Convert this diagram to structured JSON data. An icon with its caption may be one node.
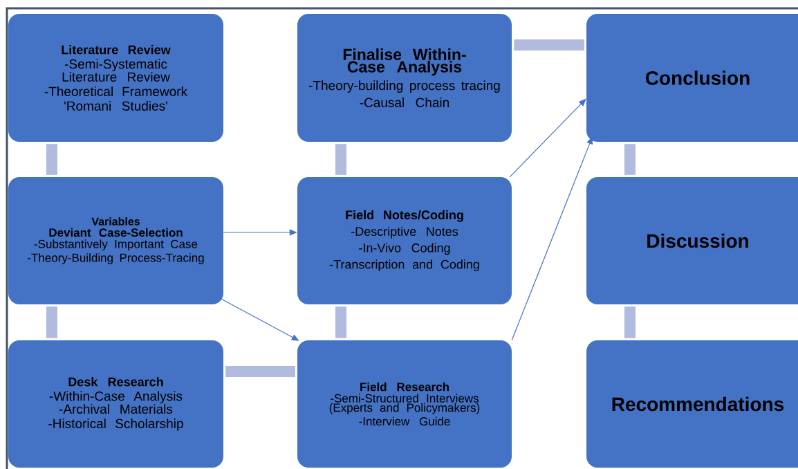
{
  "diagram": {
    "nodes": [
      {
        "text": [
          "Literature Review",
          "-Semi-Systematic Literature Review",
          "-Theoretical Framework",
          "'Romani Studies'"
        ]
      },
      {
        "text": [
          "Finalise Within-Case Analysis",
          "-Theory-building process tracing",
          "-Causal Chain"
        ]
      },
      {
        "text": [
          "Conclusion"
        ]
      },
      {
        "text": [
          "Variables",
          "Deviant Case-Selection",
          "-Substantively Important Case",
          "-Theory-Building Process-Tracing"
        ]
      },
      {
        "text": [
          "Field Notes/Coding",
          "-Descriptive Notes",
          "-In-Vivo Coding",
          "-Transcription and Coding"
        ]
      },
      {
        "text": [
          "Discussion"
        ]
      },
      {
        "text": [
          "Desk Research",
          "-Within-Case Analysis -Archival Materials",
          "-Historical Scholarship"
        ]
      },
      {
        "text": [
          "Field Research",
          "-Semi-Structured Interviews (Experts and Policymakers)",
          "-Interview Guide"
        ]
      },
      {
        "text": [
          "Recommendations"
        ]
      }
    ],
    "edges": [
      {
        "from": 0,
        "to": 3,
        "arrow": "none"
      },
      {
        "from": 3,
        "to": 6,
        "arrow": "none"
      },
      {
        "from": 6,
        "to": 7,
        "arrow": "none"
      },
      {
        "from": 7,
        "to": 4,
        "arrow": "none"
      },
      {
        "from": 4,
        "to": 1,
        "arrow": "none"
      },
      {
        "from": 1,
        "to": 2,
        "arrow": "none"
      },
      {
        "from": 2,
        "to": 5,
        "arrow": "none"
      },
      {
        "from": 5,
        "to": 8,
        "arrow": "none"
      },
      {
        "from": 3,
        "to": 4,
        "arrow": "to",
        "color": "#4472c4"
      },
      {
        "from": 3,
        "to": 7,
        "arrow": "to",
        "color": "#4472c4"
      },
      {
        "from": 4,
        "to": 2,
        "arrow": "to",
        "color": "#4472c4"
      },
      {
        "from": 7,
        "to": 2,
        "arrow": "to",
        "color": "#4472c4"
      }
    ]
  }
}
